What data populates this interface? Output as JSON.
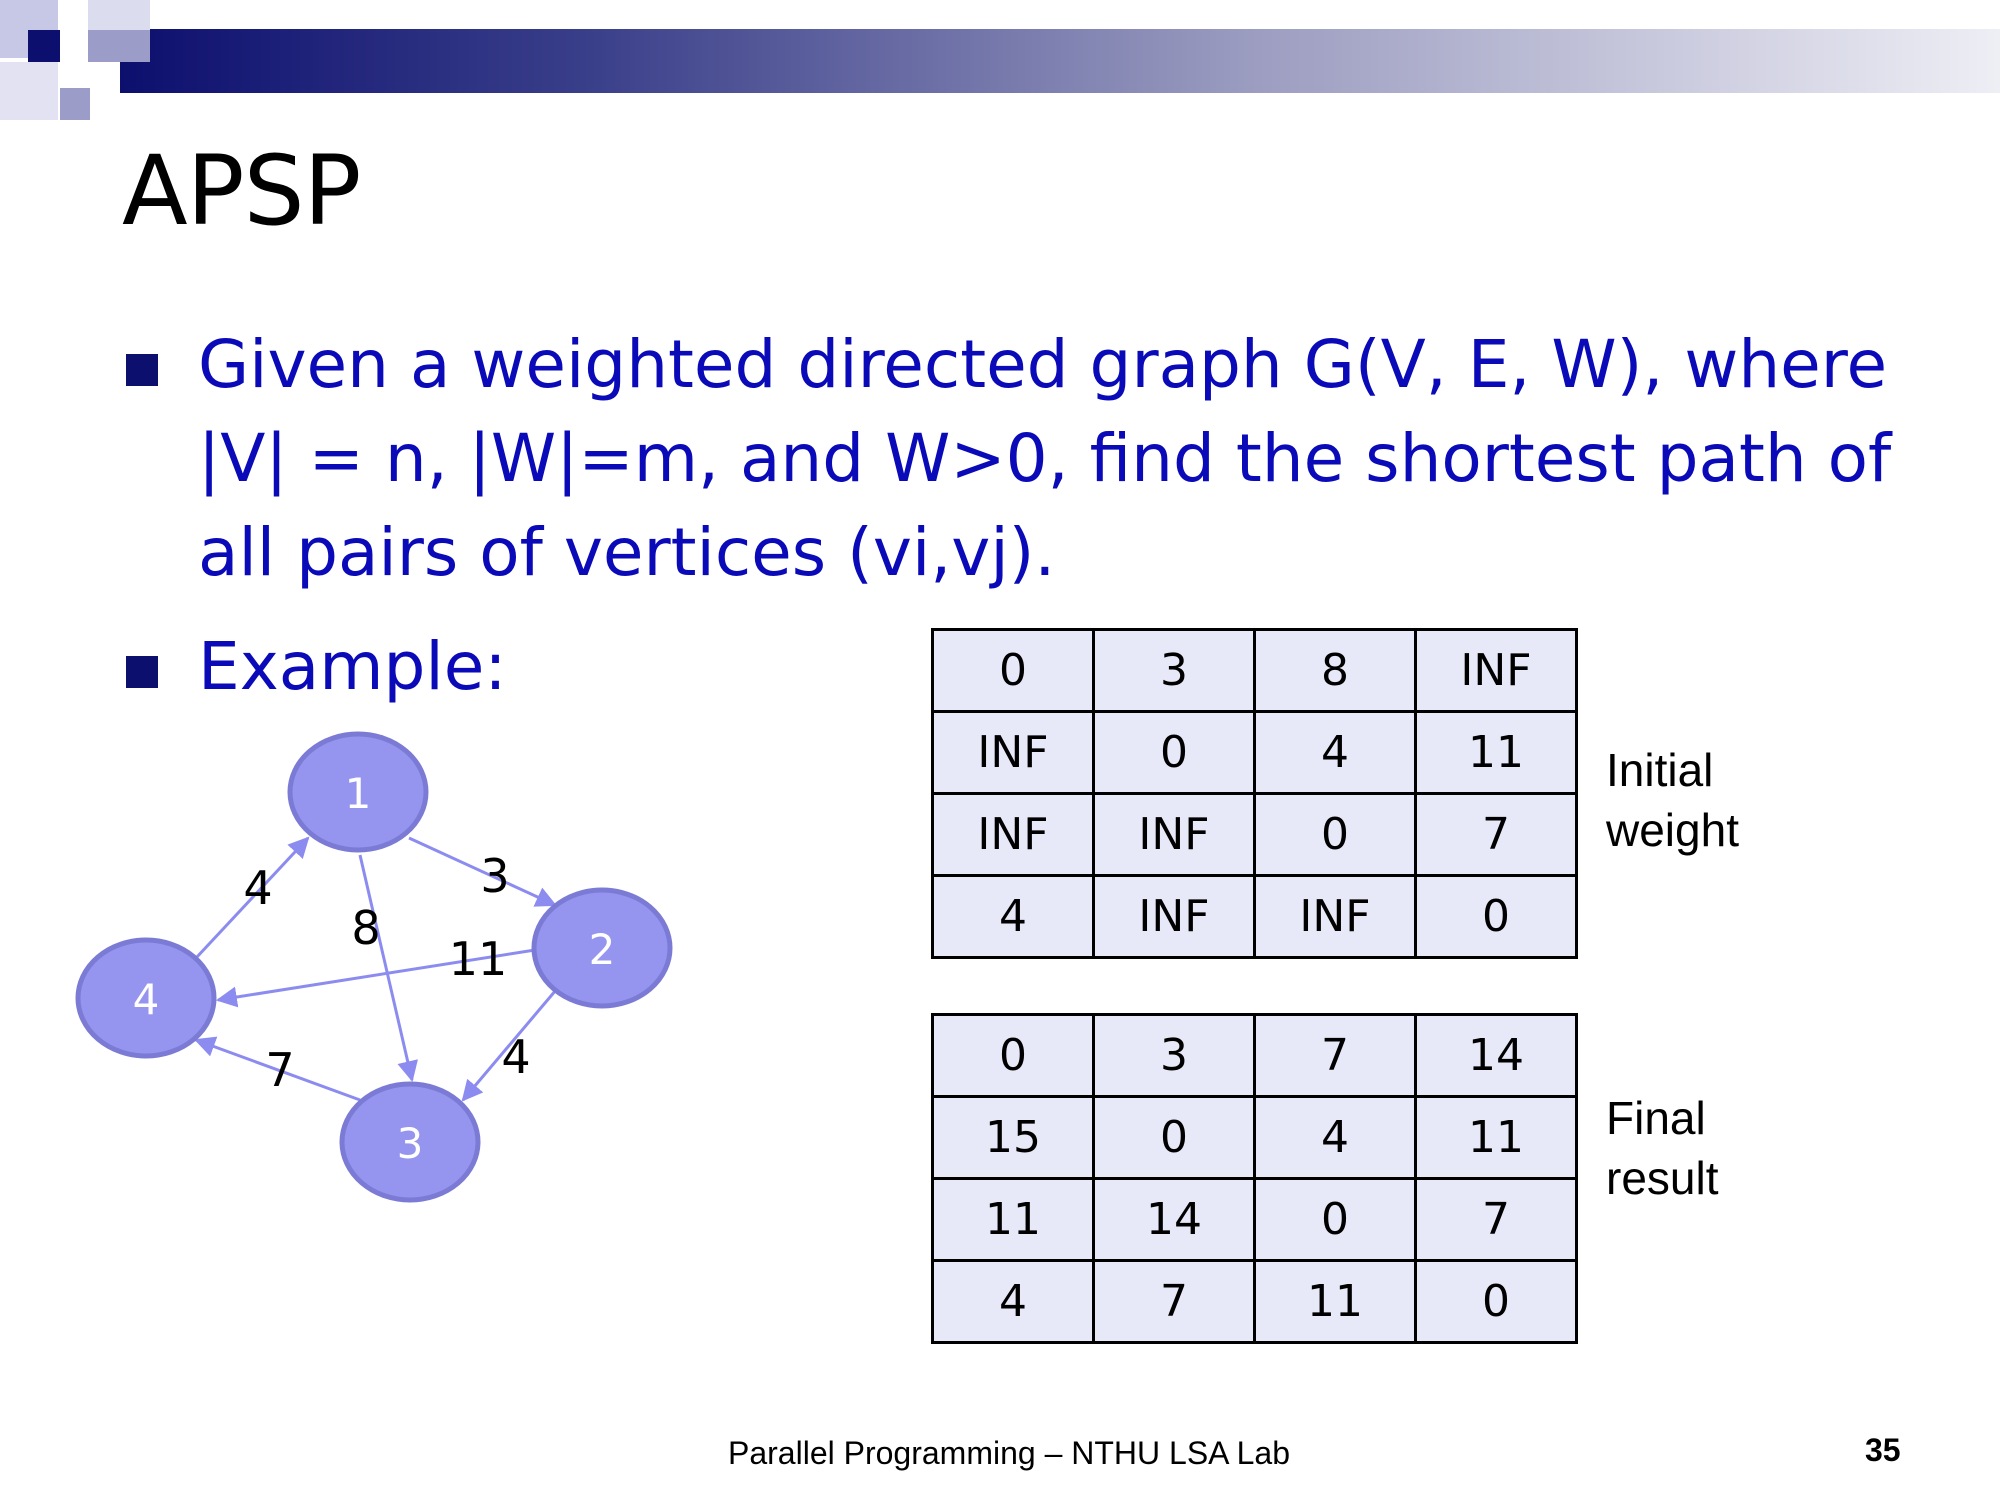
{
  "slide": {
    "title": "APSP",
    "bullets": [
      {
        "lines": [
          "Given a weighted directed graph G(V, E, W), where",
          "|V| = n, |W|=m, and W>0, find the shortest path of",
          "all pairs of vertices (vi,vj)."
        ]
      },
      {
        "lines": [
          "Example:"
        ]
      }
    ],
    "footer": "Parallel Programming – NTHU LSA Lab",
    "page_number": "35"
  },
  "graph": {
    "nodes": [
      "1",
      "2",
      "3",
      "4"
    ],
    "edge_weights": {
      "e12": "3",
      "e13": "8",
      "e23": "4",
      "e24": "11",
      "e41": "4",
      "e34": "7"
    }
  },
  "initial_matrix": {
    "label_lines": [
      "Initial",
      "weight"
    ],
    "rows": [
      [
        "0",
        "3",
        "8",
        "INF"
      ],
      [
        "INF",
        "0",
        "4",
        "11"
      ],
      [
        "INF",
        "INF",
        "0",
        "7"
      ],
      [
        "4",
        "INF",
        "INF",
        "0"
      ]
    ]
  },
  "final_matrix": {
    "label_lines": [
      "Final",
      "result"
    ],
    "rows": [
      [
        "0",
        "3",
        "7",
        "14"
      ],
      [
        "15",
        "0",
        "4",
        "11"
      ],
      [
        "11",
        "14",
        "0",
        "7"
      ],
      [
        "4",
        "7",
        "11",
        "0"
      ]
    ]
  },
  "colors": {
    "title_bar": "#0d0f6e",
    "bullet_text": "#0a0ab8",
    "node_fill": "#9595ef",
    "node_stroke": "#7b7bd6",
    "edge": "#8c8cf0",
    "table_fill": "#e8e9f8"
  }
}
